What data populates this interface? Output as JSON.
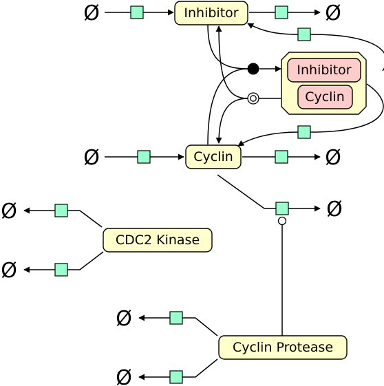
{
  "colors": {
    "macromolecule_fill": "#ffffcc",
    "complex_member_fill": "#ffcccc",
    "process_fill": "#99ffcc",
    "stroke": "#000000"
  },
  "symbols": {
    "empty_set": "Ø"
  },
  "nodes": {
    "inhibitor": "Inhibitor",
    "cyclin": "Cyclin",
    "cdc2_kinase": "CDC2 Kinase",
    "cyclin_protease": "Cyclin Protease",
    "complex_inhibitor": "Inhibitor",
    "complex_cyclin": "Cyclin"
  }
}
